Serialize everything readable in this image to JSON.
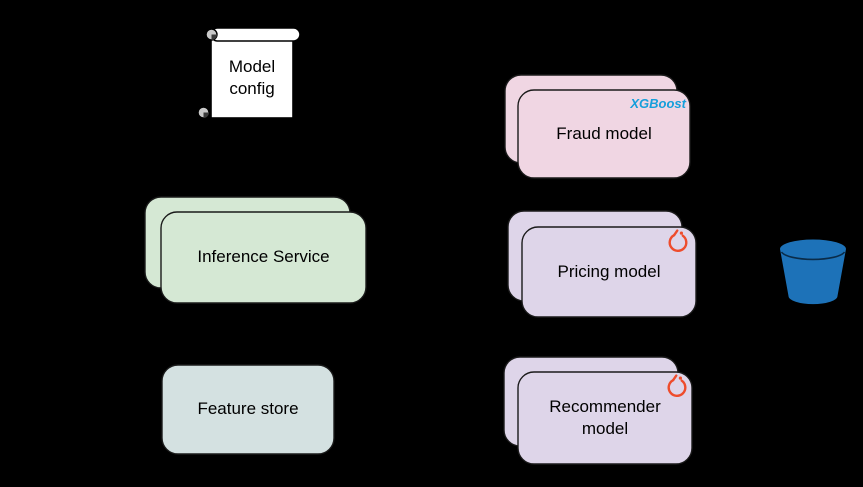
{
  "diagram": {
    "background": "#000000",
    "nodes": {
      "model_config": {
        "label": "Model config",
        "shape": "scroll",
        "fill": "#ffffff",
        "stroke": "#000000"
      },
      "fraud_model": {
        "label": "Fraud model",
        "shape": "stacked-card",
        "fill": "#F0D6E3",
        "badge": "XGBoost",
        "badge_color": "#169FDB"
      },
      "inference_service": {
        "label": "Inference Service",
        "shape": "stacked-card",
        "fill": "#D5E8D4"
      },
      "pricing_model": {
        "label": "Pricing model",
        "shape": "stacked-card",
        "fill": "#DED5E9",
        "icon": "pytorch-icon",
        "icon_color": "#EE4C2C"
      },
      "feature_store": {
        "label": "Feature store",
        "shape": "card",
        "fill": "#D4E1E1"
      },
      "recommender_model": {
        "label": "Recommender model",
        "shape": "stacked-card",
        "fill": "#DED5E9",
        "icon": "pytorch-icon",
        "icon_color": "#EE4C2C"
      },
      "storage_bucket": {
        "shape": "bucket",
        "icon": "bucket-icon",
        "fill": "#1D72B8"
      }
    },
    "edges": [
      {
        "name": "arrow-into-inference-service",
        "color": "#000000"
      },
      {
        "name": "arrow-into-recommender-model",
        "color": "#000000"
      }
    ]
  }
}
